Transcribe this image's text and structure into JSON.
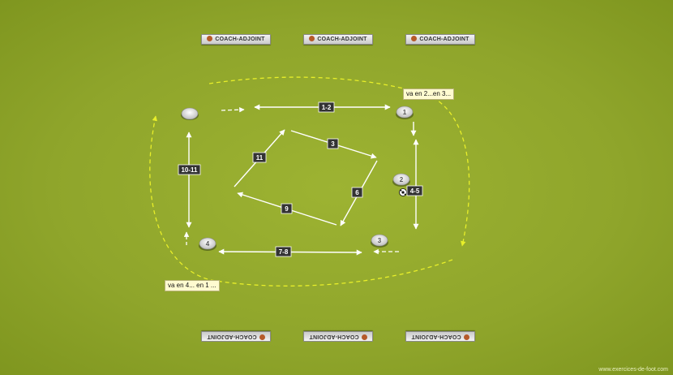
{
  "banner_text": "COACH-ADJOINT",
  "footer": "www.exercices-de-foot.com",
  "notes": {
    "top_right": "va en 2...en 3...",
    "bottom_left": "va en 4... en 1 ..."
  },
  "cones": [
    "",
    "1",
    "2",
    "3",
    "4"
  ],
  "labels": {
    "pass_1_2": "1-2",
    "run_3": "3",
    "run_4_5": "4-5",
    "run_6": "6",
    "pass_7_8": "7-8",
    "run_9": "9",
    "pass_10_11": "10-11",
    "run_11": "11"
  },
  "colors": {
    "pitch": "#8fa52b",
    "arrow": "#ffffff",
    "dashed_path": "#e8ef2a",
    "label_box": "#333333",
    "note_bg": "#fffbd0"
  }
}
